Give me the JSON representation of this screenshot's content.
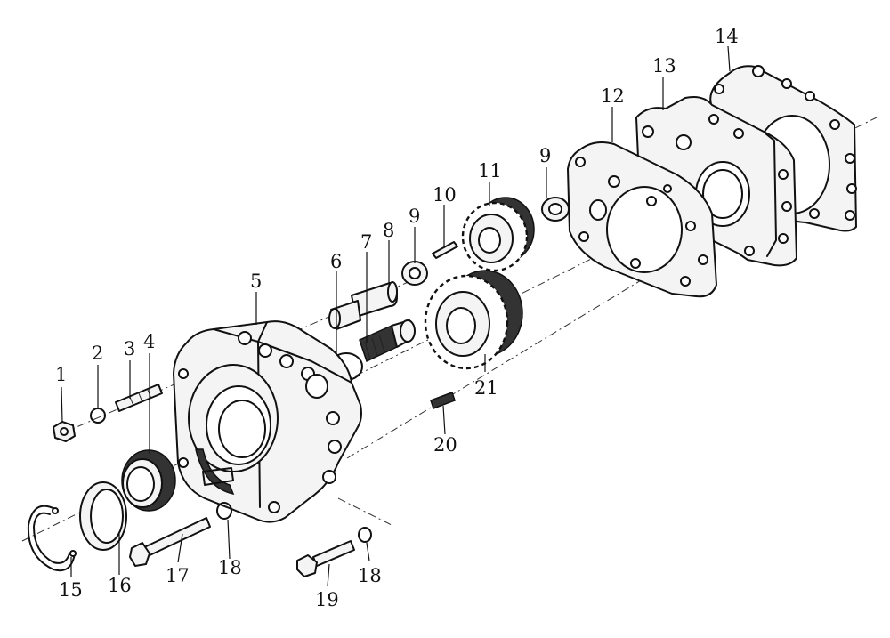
{
  "callouts": [
    {
      "id": "1",
      "label": "1"
    },
    {
      "id": "2",
      "label": "2"
    },
    {
      "id": "3",
      "label": "3"
    },
    {
      "id": "4",
      "label": "4"
    },
    {
      "id": "5",
      "label": "5"
    },
    {
      "id": "6",
      "label": "6"
    },
    {
      "id": "7",
      "label": "7"
    },
    {
      "id": "8",
      "label": "8"
    },
    {
      "id": "9a",
      "label": "9"
    },
    {
      "id": "9b",
      "label": "9"
    },
    {
      "id": "10",
      "label": "10"
    },
    {
      "id": "11",
      "label": "11"
    },
    {
      "id": "12",
      "label": "12"
    },
    {
      "id": "13",
      "label": "13"
    },
    {
      "id": "14",
      "label": "14"
    },
    {
      "id": "15",
      "label": "15"
    },
    {
      "id": "16",
      "label": "16"
    },
    {
      "id": "17",
      "label": "17"
    },
    {
      "id": "18a",
      "label": "18"
    },
    {
      "id": "18b",
      "label": "18"
    },
    {
      "id": "19",
      "label": "19"
    },
    {
      "id": "20",
      "label": "20"
    },
    {
      "id": "21",
      "label": "21"
    }
  ]
}
